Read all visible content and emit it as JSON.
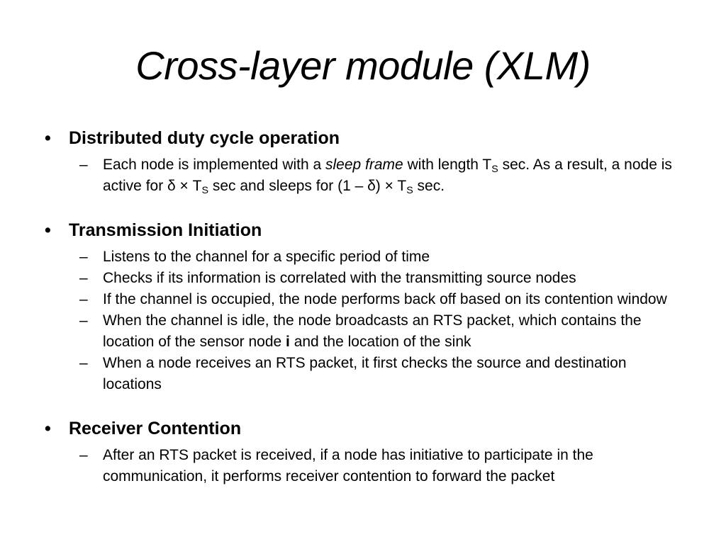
{
  "slide": {
    "title": "Cross-layer module (XLM)",
    "bullet_glyph": "•",
    "dash_glyph": "–",
    "background_color": "#ffffff",
    "text_color": "#000000",
    "sections": [
      {
        "heading": "Distributed duty cycle operation",
        "sub_items": [
          {
            "line1_a": "Each node is implemented with a ",
            "line1_italic": "sleep frame",
            "line1_b": " with length T",
            "line1_sub": "S",
            "line1_c": " sec. As a result, a node is active for δ × T",
            "line1_sub2": "S",
            "line1_d": " sec and sleeps for (1 – δ) × T",
            "line1_sub3": "S",
            "line1_e": " sec."
          }
        ]
      },
      {
        "heading": "Transmission Initiation",
        "sub_items": [
          {
            "text": "Listens to the channel for a specific period of time"
          },
          {
            "text": "Checks if its information is correlated with the transmitting source nodes"
          },
          {
            "text": "If the channel is occupied, the node performs back off based on its contention window"
          },
          {
            "pre": "When the channel is idle, the node broadcasts an RTS packet, which contains the location of the sensor node ",
            "bold": "i",
            "post": " and the location of the sink"
          },
          {
            "text": "When a node receives an RTS packet, it first checks the source and destination locations"
          }
        ]
      },
      {
        "heading": "Receiver Contention",
        "sub_items": [
          {
            "text": "After an RTS packet is received, if a node has initiative to participate in the communication, it performs receiver contention to forward the packet"
          }
        ]
      }
    ]
  }
}
